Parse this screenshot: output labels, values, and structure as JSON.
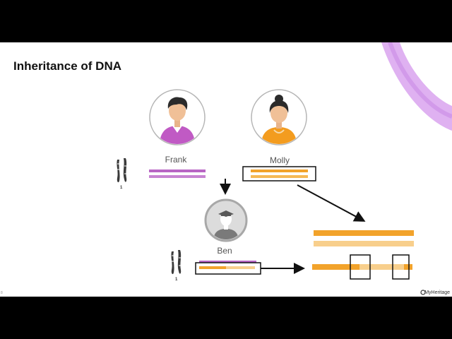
{
  "slide": {
    "title": "Inheritance of DNA",
    "brand": "MyHeritage",
    "page_number": "8"
  },
  "people": {
    "father": {
      "name": "Frank"
    },
    "mother": {
      "name": "Molly"
    },
    "child": {
      "name": "Ben"
    }
  },
  "chromosome": {
    "number": "1"
  },
  "colors": {
    "frank": "#b865c4",
    "molly": "#f2a32b",
    "molly_light": "#f8cf8c",
    "avatar_ring": "#b5b5b5",
    "background": "#ffffff",
    "decor_arc": "#d9a6ef"
  },
  "icons": {
    "father": "male-avatar-icon",
    "mother": "female-avatar-icon",
    "child": "graduate-avatar-icon",
    "chromosome": "chromosome-icon",
    "brand": "myheritage-logo-icon"
  }
}
